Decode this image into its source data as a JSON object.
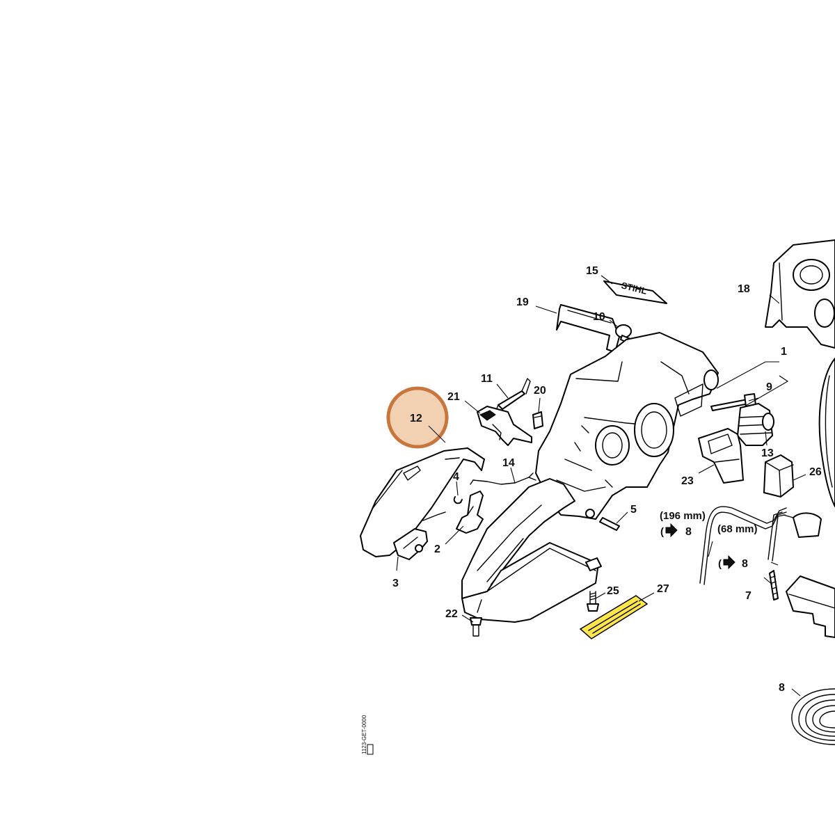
{
  "diagram": {
    "part_labels": {
      "p1": "1",
      "p2": "2",
      "p3": "3",
      "p4": "4",
      "p5": "5",
      "p7": "7",
      "p8a": "8",
      "p8b": "8",
      "p8c": "8",
      "p9": "9",
      "p10": "10",
      "p11": "11",
      "p12": "12",
      "p13": "13",
      "p14": "14",
      "p15": "15",
      "p18": "18",
      "p19": "19",
      "p20": "20",
      "p21": "21",
      "p22": "22",
      "p23": "23",
      "p25": "25",
      "p26": "26",
      "p27": "27"
    },
    "notes": {
      "length_196": "(196 mm)",
      "length_68": "(68 mm)"
    },
    "logo_text": "STIHL",
    "drawing_code": "1123-GET-0000",
    "highlight": {
      "label": "12",
      "color": "#f0c9a4",
      "ring_color": "#c8763b"
    },
    "label_27_color": "#ffe64d"
  }
}
